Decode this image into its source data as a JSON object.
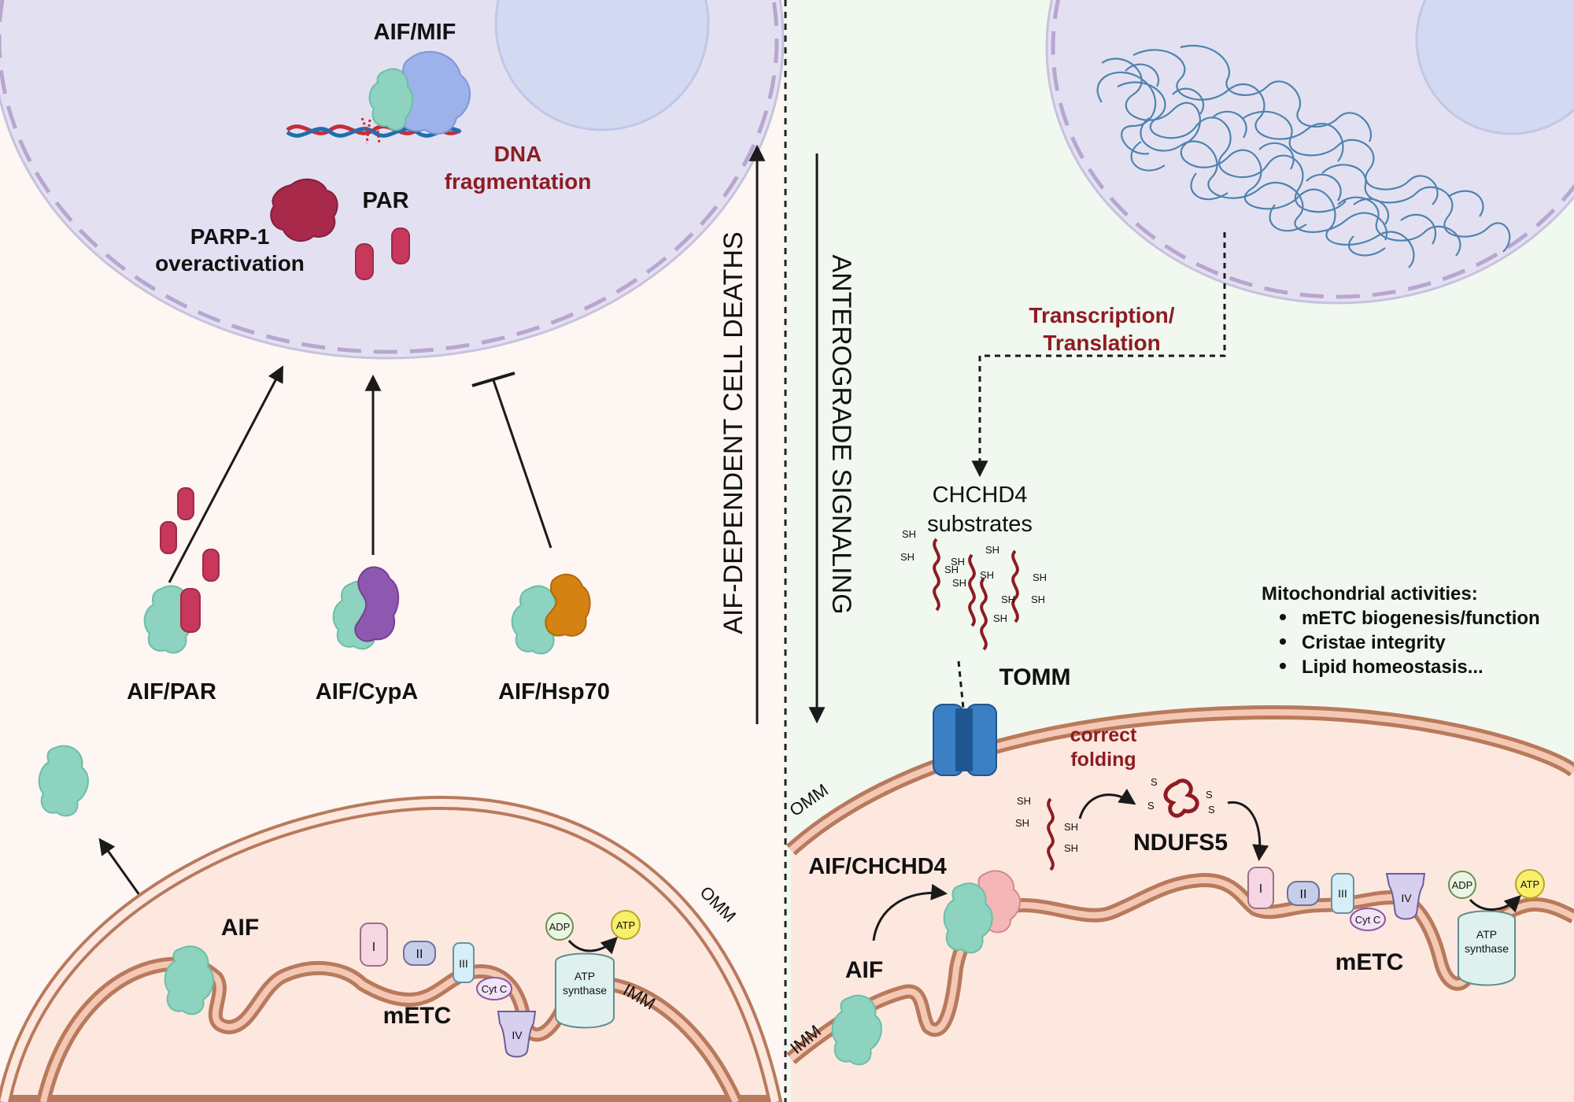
{
  "left_panel": {
    "side_label": "AIF-DEPENDENT CELL DEATHS",
    "nucleus": {
      "complex_label": "AIF/MIF",
      "dna_label_line1": "DNA",
      "dna_label_line2": "fragmentation",
      "par_label": "PAR",
      "parp_line1": "PARP-1",
      "parp_line2": "overactivation"
    },
    "complexes": [
      {
        "label": "AIF/PAR",
        "effect": "promotes"
      },
      {
        "label": "AIF/CypA",
        "effect": "promotes"
      },
      {
        "label": "AIF/Hsp70",
        "effect": "inhibits"
      }
    ],
    "mito": {
      "aif_label": "AIF",
      "metc_label": "mETC",
      "omm_label": "OMM",
      "imm_label": "IMM",
      "complexes": [
        "I",
        "II",
        "III",
        "IV"
      ],
      "cytc_label": "Cyt C",
      "adp_label": "ADP",
      "atp_label": "ATP",
      "atp_synthase_line1": "ATP",
      "atp_synthase_line2": "synthase"
    }
  },
  "right_panel": {
    "side_label": "ANTEROGRADE SIGNALING",
    "transcription_line1": "Transcription/",
    "transcription_line2": "Translation",
    "substrates_line1": "CHCHD4",
    "substrates_line2": "substrates",
    "sh_label": "SH",
    "s_label": "S",
    "tomm_label": "TOMM",
    "folding_line1": "correct",
    "folding_line2": "folding",
    "ndufs5_label": "NDUFS5",
    "aif_chchd4_label": "AIF/CHCHD4",
    "aif_label": "AIF",
    "metc_label": "mETC",
    "omm_label": "OMM",
    "imm_label": "IMM",
    "complexes": [
      "I",
      "II",
      "III",
      "IV"
    ],
    "cytc_label": "Cyt C",
    "adp_label": "ADP",
    "atp_label": "ATP",
    "atp_synthase_line1": "ATP",
    "atp_synthase_line2": "synthase",
    "activities_title": "Mitochondrial activities:",
    "activities": [
      "mETC biogenesis/function",
      "Cristae integrity",
      "Lipid homeostasis..."
    ]
  },
  "colors": {
    "left_bg": "#fdf6f2",
    "right_bg": "#f0f8f0",
    "nucleus": "#e3e1f1",
    "aif": "#8dd3bf",
    "par": "#c8375c",
    "parp": "#a8294a",
    "cypa": "#8f58b0",
    "hsp70": "#d48212",
    "mif": "#9db2ea",
    "membrane": "#b87a5c",
    "dark_red": "#8e1c22"
  }
}
